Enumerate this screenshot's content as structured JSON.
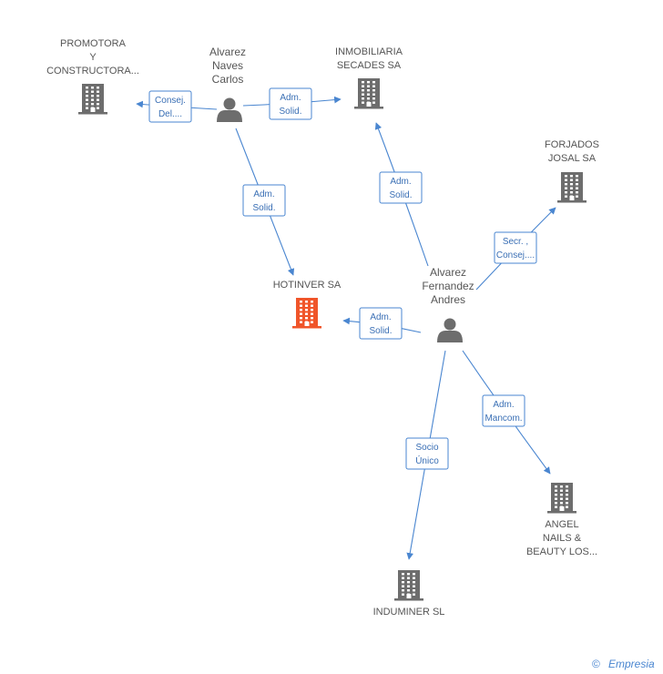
{
  "companies": [
    {
      "id": "promotora",
      "lines": [
        "PROMOTORA",
        "Y",
        "CONSTRUCTORA..."
      ],
      "focus": false
    },
    {
      "id": "inmobiliaria",
      "lines": [
        "INMOBILIARIA",
        "SECADES SA"
      ],
      "focus": false
    },
    {
      "id": "forjados",
      "lines": [
        "FORJADOS",
        "JOSAL SA"
      ],
      "focus": false
    },
    {
      "id": "hotinver",
      "lines": [
        "HOTINVER SA"
      ],
      "focus": true
    },
    {
      "id": "angel",
      "lines": [
        "ANGEL",
        "NAILS &",
        "BEAUTY LOS..."
      ],
      "focus": false
    },
    {
      "id": "induminer",
      "lines": [
        "INDUMINER SL"
      ],
      "focus": false
    }
  ],
  "persons": [
    {
      "id": "alvarez_naves",
      "lines": [
        "Alvarez",
        "Naves",
        "Carlos"
      ]
    },
    {
      "id": "alvarez_fernandez",
      "lines": [
        "Alvarez",
        "Fernandez",
        "Andres"
      ]
    }
  ],
  "edges": [
    {
      "from": "alvarez_naves",
      "to": "promotora",
      "label": [
        "Consej.",
        "Del...."
      ]
    },
    {
      "from": "alvarez_naves",
      "to": "inmobiliaria",
      "label": [
        "Adm.",
        "Solid."
      ]
    },
    {
      "from": "alvarez_naves",
      "to": "hotinver",
      "label": [
        "Adm.",
        "Solid."
      ]
    },
    {
      "from": "alvarez_fernandez",
      "to": "inmobiliaria",
      "label": [
        "Adm.",
        "Solid."
      ]
    },
    {
      "from": "alvarez_fernandez",
      "to": "forjados",
      "label": [
        "Secr. ,",
        "Consej...."
      ]
    },
    {
      "from": "alvarez_fernandez",
      "to": "hotinver",
      "label": [
        "Adm.",
        "Solid."
      ]
    },
    {
      "from": "alvarez_fernandez",
      "to": "angel",
      "label": [
        "Adm.",
        "Mancom."
      ]
    },
    {
      "from": "alvarez_fernandez",
      "to": "induminer",
      "label": [
        "Socio",
        "Único"
      ]
    }
  ],
  "colors": {
    "edge": "#4a86d0",
    "building": "#6d6d6d",
    "building_focus": "#f0552a",
    "person": "#6d6d6d"
  },
  "watermark": {
    "symbol": "©",
    "brand": "Empresia"
  }
}
